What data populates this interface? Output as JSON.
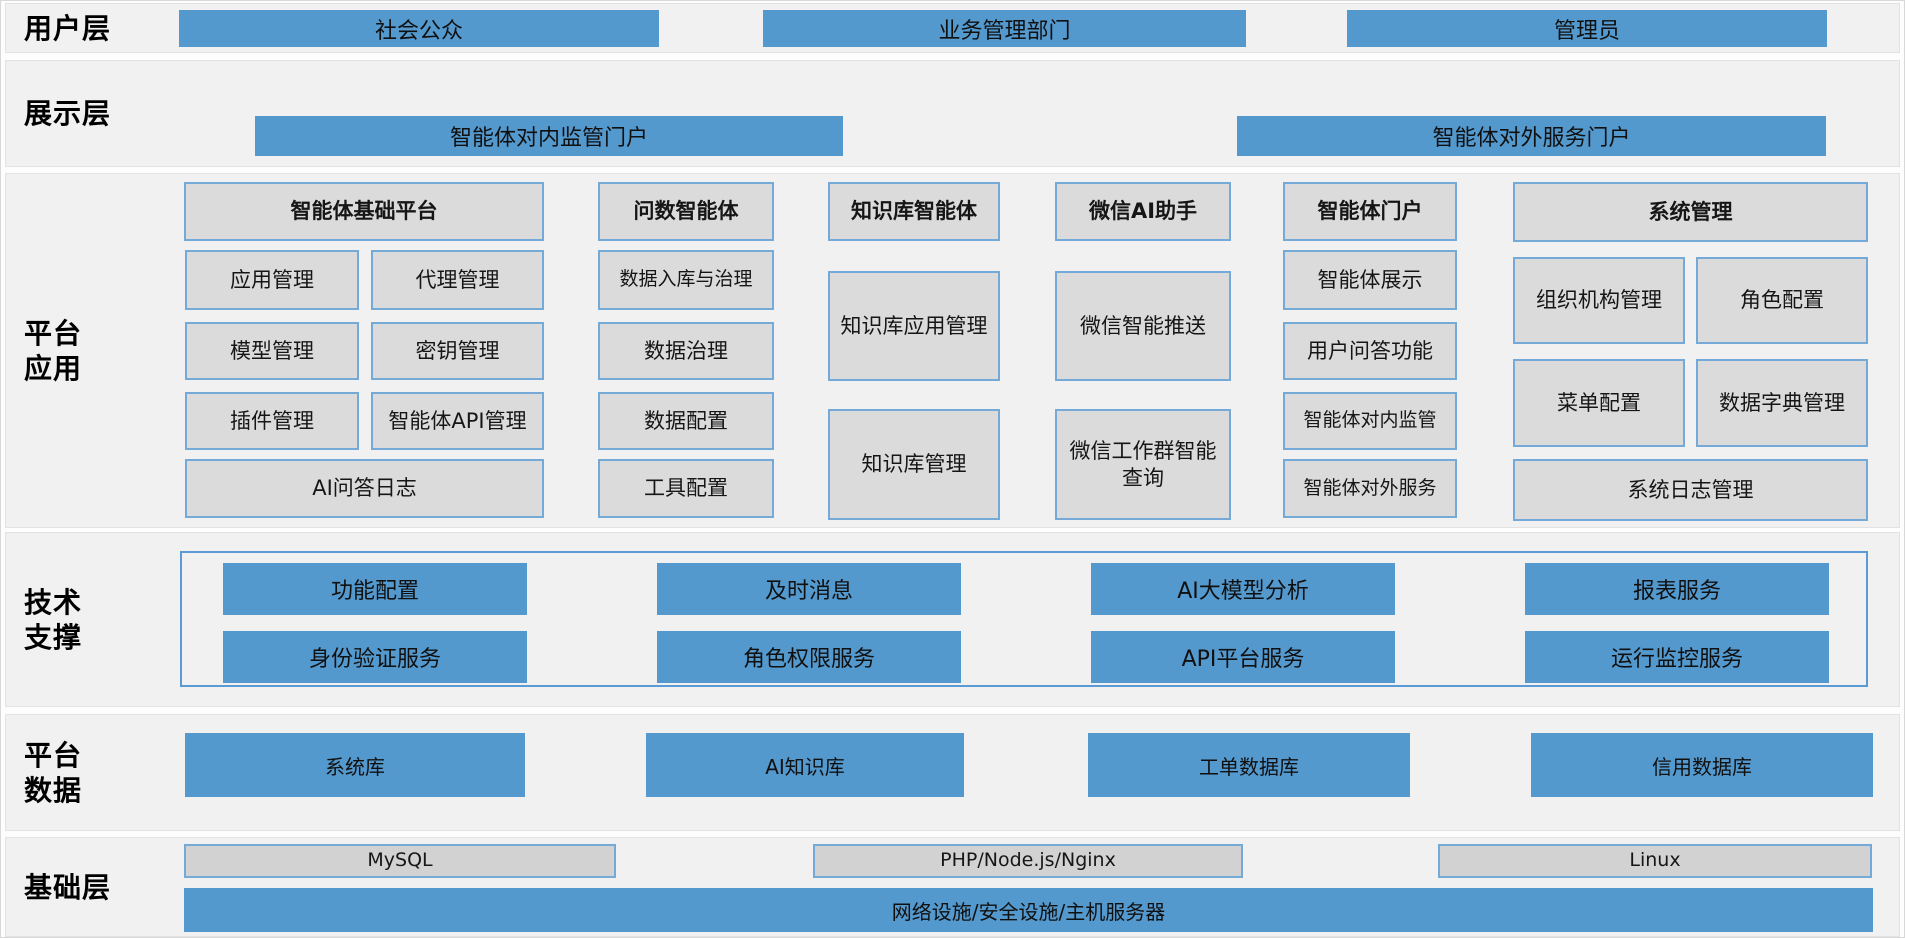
{
  "layers": {
    "user": {
      "label": "用户层",
      "items": [
        "社会公众",
        "业务管理部门",
        "管理员"
      ]
    },
    "display": {
      "label": "展示层",
      "items": [
        "智能体对内监管门户",
        "智能体对外服务门户"
      ]
    },
    "platform_app": {
      "label_lines": [
        "平台",
        "应用"
      ],
      "columns": [
        {
          "header": "智能体基础平台",
          "grid_items": [
            "应用管理",
            "代理管理",
            "模型管理",
            "密钥管理",
            "插件管理",
            "智能体API管理"
          ],
          "full_item": "AI问答日志"
        },
        {
          "header": "问数智能体",
          "items": [
            "数据入库与治理",
            "数据治理",
            "数据配置",
            "工具配置"
          ]
        },
        {
          "header": "知识库智能体",
          "items": [
            "知识库应用管理",
            "知识库管理"
          ]
        },
        {
          "header": "微信AI助手",
          "items": [
            "微信智能推送",
            "微信工作群智能查询"
          ]
        },
        {
          "header": "智能体门户",
          "items": [
            "智能体展示",
            "用户问答功能",
            "智能体对内监管",
            "智能体对外服务"
          ]
        },
        {
          "header": "系统管理",
          "grid_items": [
            "组织机构管理",
            "角色配置",
            "菜单配置",
            "数据字典管理"
          ],
          "full_item": "系统日志管理"
        }
      ]
    },
    "tech_support": {
      "label_lines": [
        "技术",
        "支撑"
      ],
      "row1": [
        "功能配置",
        "及时消息",
        "AI大模型分析",
        "报表服务"
      ],
      "row2": [
        "身份验证服务",
        "角色权限服务",
        "API平台服务",
        "运行监控服务"
      ]
    },
    "platform_data": {
      "label_lines": [
        "平台",
        "数据"
      ],
      "items": [
        "系统库",
        "AI知识库",
        "工单数据库",
        "信用数据库"
      ]
    },
    "infrastructure": {
      "label": "基础层",
      "tech_items": [
        "MySQL",
        "PHP/Node.js/Nginx",
        "Linux"
      ],
      "full_item": "网络设施/安全设施/主机服务器"
    }
  },
  "colors": {
    "accent_blue": "#5499CE",
    "box_border_blue": "#74A9D8",
    "box_gray": "#DBDBDB",
    "band_background": "#F1F1F1",
    "text": "#111111"
  }
}
